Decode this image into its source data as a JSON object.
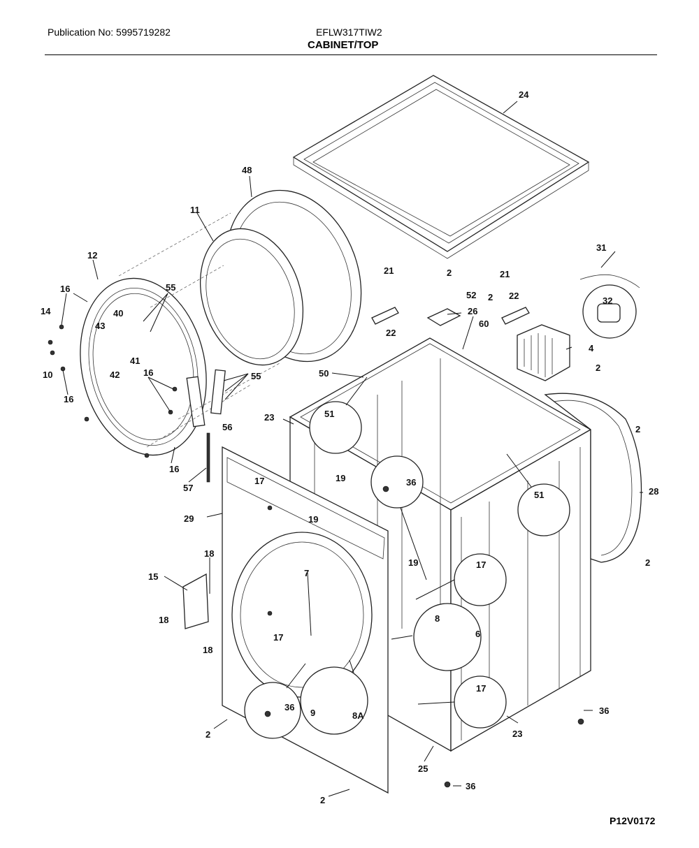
{
  "header": {
    "publication": "Publication No: 5995719282",
    "model": "EFLW317TIW2",
    "title": "CABINET/TOP"
  },
  "footer": {
    "diagram_code": "P12V0172"
  },
  "callouts": [
    "24",
    "48",
    "11",
    "12",
    "16",
    "55",
    "14",
    "40",
    "43",
    "41",
    "42",
    "10",
    "16",
    "16",
    "55",
    "56",
    "16",
    "57",
    "21",
    "22",
    "2",
    "52",
    "26",
    "21",
    "22",
    "2",
    "60",
    "31",
    "32",
    "4",
    "2",
    "50",
    "51",
    "23",
    "36",
    "17",
    "19",
    "19",
    "29",
    "19",
    "51",
    "17",
    "2",
    "28",
    "2",
    "18",
    "15",
    "7",
    "8",
    "6",
    "18",
    "18",
    "17",
    "36",
    "9",
    "8A",
    "17",
    "36",
    "2",
    "23",
    "25",
    "2",
    "36"
  ]
}
